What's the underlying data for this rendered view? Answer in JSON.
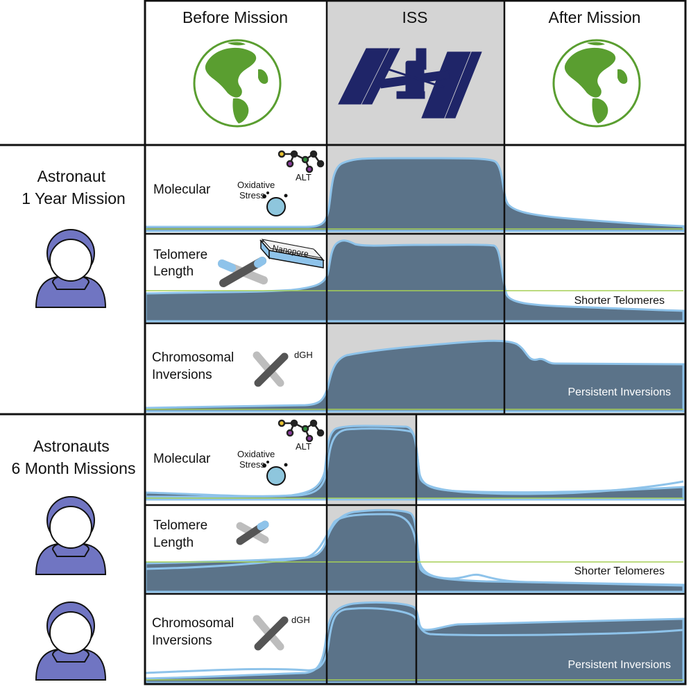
{
  "columns": {
    "before": "Before Mission",
    "iss": "ISS",
    "after": "After Mission"
  },
  "groups": {
    "one_year": [
      "Astronaut",
      "1 Year Mission"
    ],
    "six_month": [
      "Astronauts",
      "6 Month Missions"
    ]
  },
  "rows": {
    "molecular": "Molecular",
    "telomere": [
      "Telomere",
      "Length"
    ],
    "chromosomal": [
      "Chromosomal",
      "Inversions"
    ]
  },
  "icons": {
    "alt": "ALT",
    "oxidative": [
      "Oxidative",
      "Stress"
    ],
    "nanopore": "Nanopore",
    "dgh": "dGH"
  },
  "annotations": {
    "shorter_telomeres": "Shorter Telomeres",
    "persistent_inversions": "Persistent Inversions"
  },
  "colors": {
    "curve_fill": "#5b7389",
    "curve_stroke": "#8ec3ea",
    "iss_background": "#d4d4d4",
    "baseline": "#a6cf55",
    "earth_land": "#5a9e30",
    "astronaut": "#7075c2",
    "station": "#1f2568"
  }
}
